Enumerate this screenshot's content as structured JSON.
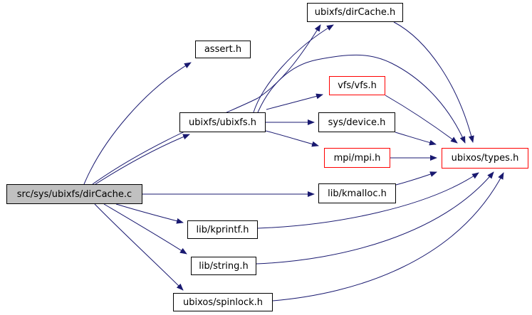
{
  "diagram": {
    "type": "include-dependency-graph",
    "root_label": "src/sys/ubixfs/dirCache.c",
    "colors": {
      "edge": "#191970",
      "node_border": "#000000",
      "truncated_node_border": "#ff0000",
      "root_fill": "#c0c0c0",
      "node_fill": "#ffffff",
      "text": "#000000",
      "background": "#ffffff"
    },
    "nodes": [
      {
        "id": "dircache-c",
        "label": "src/sys/ubixfs/dirCache.c",
        "style": "root"
      },
      {
        "id": "assert-h",
        "label": "assert.h",
        "style": "normal"
      },
      {
        "id": "dircache-h",
        "label": "ubixfs/dirCache.h",
        "style": "normal"
      },
      {
        "id": "ubixfs-h",
        "label": "ubixfs/ubixfs.h",
        "style": "normal"
      },
      {
        "id": "vfs-h",
        "label": "vfs/vfs.h",
        "style": "truncated"
      },
      {
        "id": "device-h",
        "label": "sys/device.h",
        "style": "normal"
      },
      {
        "id": "mpi-h",
        "label": "mpi/mpi.h",
        "style": "truncated"
      },
      {
        "id": "types-h",
        "label": "ubixos/types.h",
        "style": "truncated"
      },
      {
        "id": "kmalloc-h",
        "label": "lib/kmalloc.h",
        "style": "normal"
      },
      {
        "id": "kprintf-h",
        "label": "lib/kprintf.h",
        "style": "normal"
      },
      {
        "id": "string-h",
        "label": "lib/string.h",
        "style": "normal"
      },
      {
        "id": "spinlock-h",
        "label": "ubixos/spinlock.h",
        "style": "normal"
      }
    ],
    "edges": [
      {
        "from": "dircache-c",
        "to": "assert-h"
      },
      {
        "from": "dircache-c",
        "to": "dircache-h"
      },
      {
        "from": "dircache-c",
        "to": "ubixfs-h"
      },
      {
        "from": "dircache-c",
        "to": "kmalloc-h"
      },
      {
        "from": "dircache-c",
        "to": "kprintf-h"
      },
      {
        "from": "dircache-c",
        "to": "string-h"
      },
      {
        "from": "dircache-c",
        "to": "spinlock-h"
      },
      {
        "from": "ubixfs-h",
        "to": "dircache-h"
      },
      {
        "from": "ubixfs-h",
        "to": "vfs-h"
      },
      {
        "from": "ubixfs-h",
        "to": "device-h"
      },
      {
        "from": "ubixfs-h",
        "to": "mpi-h"
      },
      {
        "from": "ubixfs-h",
        "to": "types-h"
      },
      {
        "from": "dircache-h",
        "to": "types-h"
      },
      {
        "from": "vfs-h",
        "to": "types-h"
      },
      {
        "from": "device-h",
        "to": "types-h"
      },
      {
        "from": "mpi-h",
        "to": "types-h"
      },
      {
        "from": "kmalloc-h",
        "to": "types-h"
      },
      {
        "from": "kprintf-h",
        "to": "types-h"
      },
      {
        "from": "string-h",
        "to": "types-h"
      },
      {
        "from": "spinlock-h",
        "to": "types-h"
      }
    ]
  }
}
